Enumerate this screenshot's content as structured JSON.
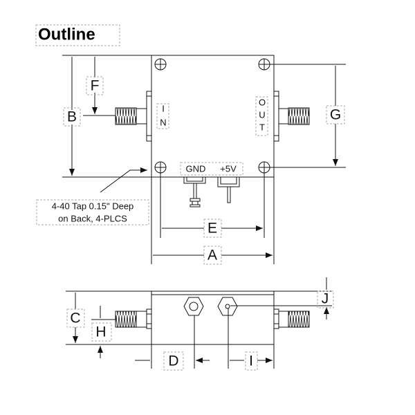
{
  "title": "Outline",
  "top_view": {
    "port_in": [
      "I",
      "N"
    ],
    "port_out": [
      "O",
      "U",
      "T"
    ],
    "gnd_label": "GND",
    "power_label": "+5V",
    "note": [
      "4-40 Tap 0.15\" Deep",
      "on Back, 4-PLCS"
    ]
  },
  "dimensions": {
    "a": "A",
    "b": "B",
    "c": "C",
    "d": "D",
    "e": "E",
    "f": "F",
    "g": "G",
    "h": "H",
    "i": "I",
    "j": "J"
  },
  "colors": {
    "line": "#111111",
    "label_box": "#aaaaaa"
  }
}
